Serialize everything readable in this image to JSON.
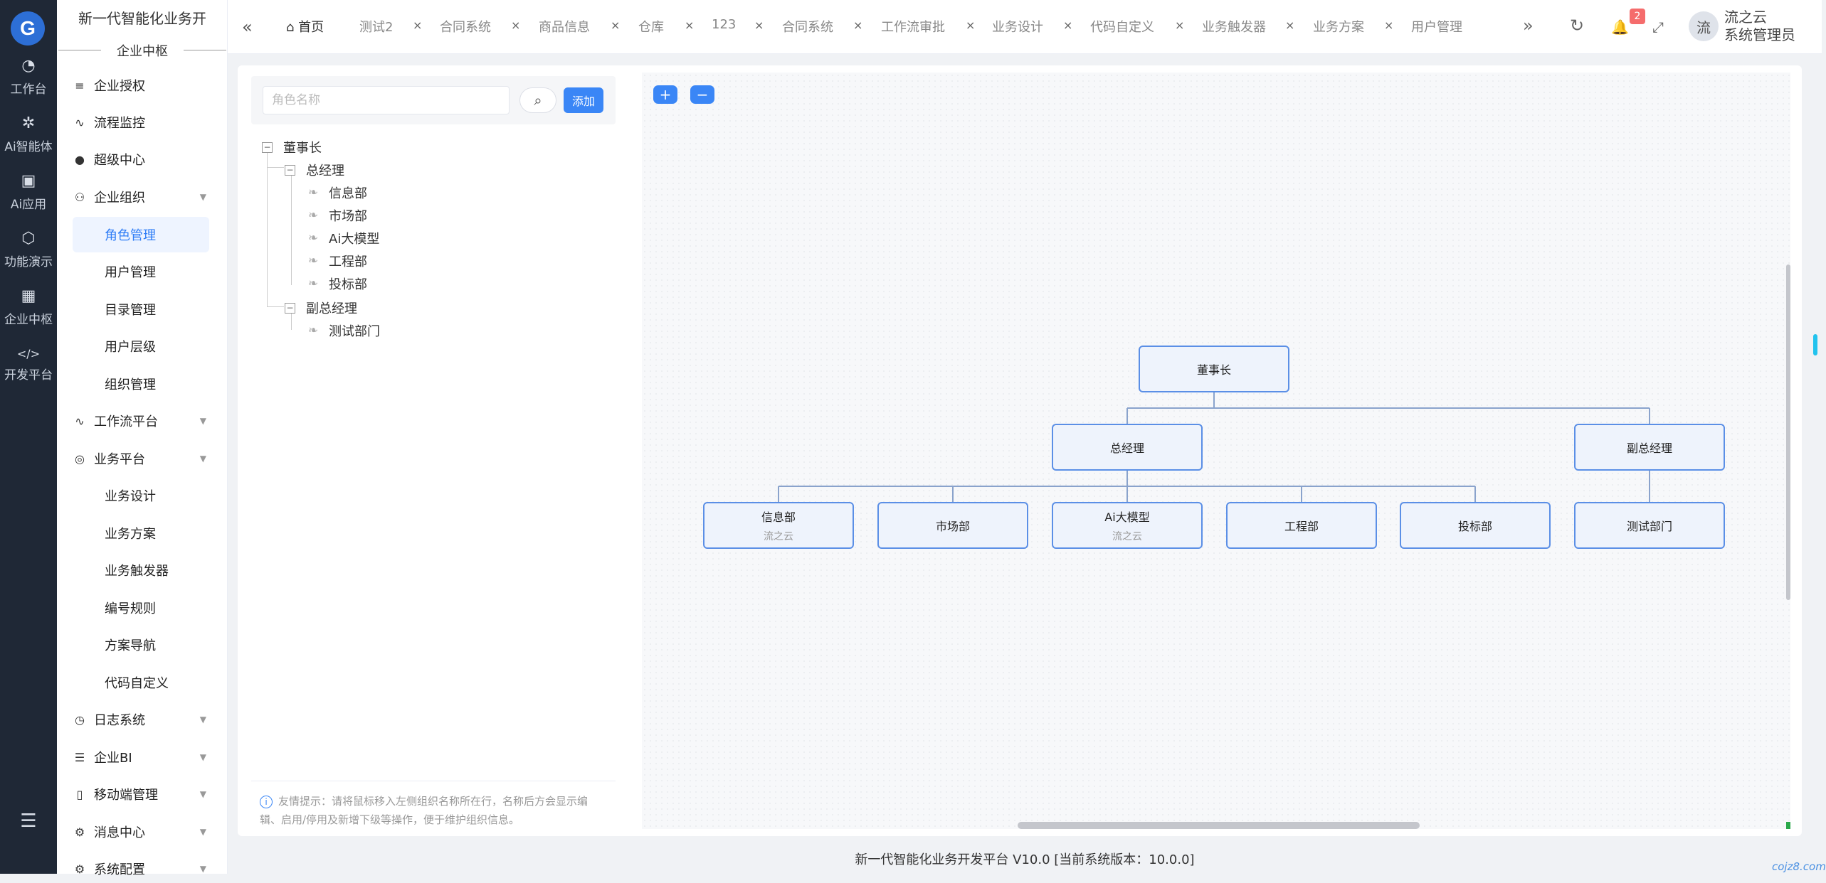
{
  "rail": {
    "items": [
      {
        "label": "工作台",
        "icon": "dashboard-icon",
        "glyph": "◔"
      },
      {
        "label": "Ai智能体",
        "icon": "spider-icon",
        "glyph": "✲"
      },
      {
        "label": "Ai应用",
        "icon": "wallet-icon",
        "glyph": "▣"
      },
      {
        "label": "功能演示",
        "icon": "cube-icon",
        "glyph": "⬡"
      },
      {
        "label": "企业中枢",
        "icon": "apps-icon",
        "glyph": "▦"
      },
      {
        "label": "开发平台",
        "icon": "code-icon",
        "glyph": "</>"
      }
    ],
    "bottom_glyph": "☰"
  },
  "menu": {
    "title": "新一代智能化业务开",
    "section": "企业中枢",
    "items": [
      {
        "label": "企业授权",
        "glyph": "≡"
      },
      {
        "label": "流程监控",
        "glyph": "∿"
      },
      {
        "label": "超级中心",
        "glyph": "●"
      },
      {
        "label": "企业组织",
        "glyph": "⚇"
      },
      {
        "label": "角色管理"
      },
      {
        "label": "用户管理"
      },
      {
        "label": "目录管理"
      },
      {
        "label": "用户层级"
      },
      {
        "label": "组织管理"
      },
      {
        "label": "工作流平台",
        "glyph": "∿"
      },
      {
        "label": "业务平台",
        "glyph": "◎"
      },
      {
        "label": "业务设计"
      },
      {
        "label": "业务方案"
      },
      {
        "label": "业务触发器"
      },
      {
        "label": "编号规则"
      },
      {
        "label": "方案导航"
      },
      {
        "label": "代码自定义"
      },
      {
        "label": "日志系统",
        "glyph": "◷"
      },
      {
        "label": "企业BI",
        "glyph": "☰"
      },
      {
        "label": "移动端管理",
        "glyph": "▯"
      },
      {
        "label": "消息中心",
        "glyph": "⚙"
      },
      {
        "label": "系统配置",
        "glyph": "⚙"
      }
    ]
  },
  "topbar": {
    "collapse_glyph": "«",
    "tabs": [
      "首页",
      "测试2",
      "合同系统",
      "商品信息",
      "仓库",
      "123",
      "合同系统",
      "工作流审批",
      "业务设计",
      "代码自定义",
      "业务触发器",
      "业务方案",
      "用户管理"
    ],
    "more_glyph": "»",
    "refresh_glyph": "↻",
    "bell_glyph": "🔔",
    "bell_count": "2",
    "fullscreen_glyph": "⤢",
    "avatar_text": "流",
    "user_company": "流之云",
    "user_role": "系统管理员"
  },
  "tree": {
    "search_placeholder": "角色名称",
    "add_label": "添加",
    "root": "董事长",
    "gm": "总经理",
    "gm_children": [
      "信息部",
      "市场部",
      "Ai大模型",
      "工程部",
      "投标部"
    ],
    "vgm": "副总经理",
    "vgm_children": [
      "测试部门"
    ],
    "tip": "友情提示：请将鼠标移入左侧组织名称所在行，名称后方会显示编辑、启用/停用及新增下级等操作，便于维护组织信息。"
  },
  "org": {
    "zoom_in": "+",
    "zoom_out": "−",
    "root": {
      "title": "董事长"
    },
    "gm": {
      "title": "总经理"
    },
    "vgm": {
      "title": "副总经理"
    },
    "leaves": [
      {
        "title": "信息部",
        "sub": "流之云"
      },
      {
        "title": "市场部",
        "sub": ""
      },
      {
        "title": "Ai大模型",
        "sub": "流之云"
      },
      {
        "title": "工程部",
        "sub": ""
      },
      {
        "title": "投标部",
        "sub": ""
      },
      {
        "title": "测试部门",
        "sub": ""
      }
    ]
  },
  "footer": {
    "text": "新一代智能化业务开发平台 V10.0 [当前系统版本：10.0.0]",
    "site": "cojz8.com"
  }
}
